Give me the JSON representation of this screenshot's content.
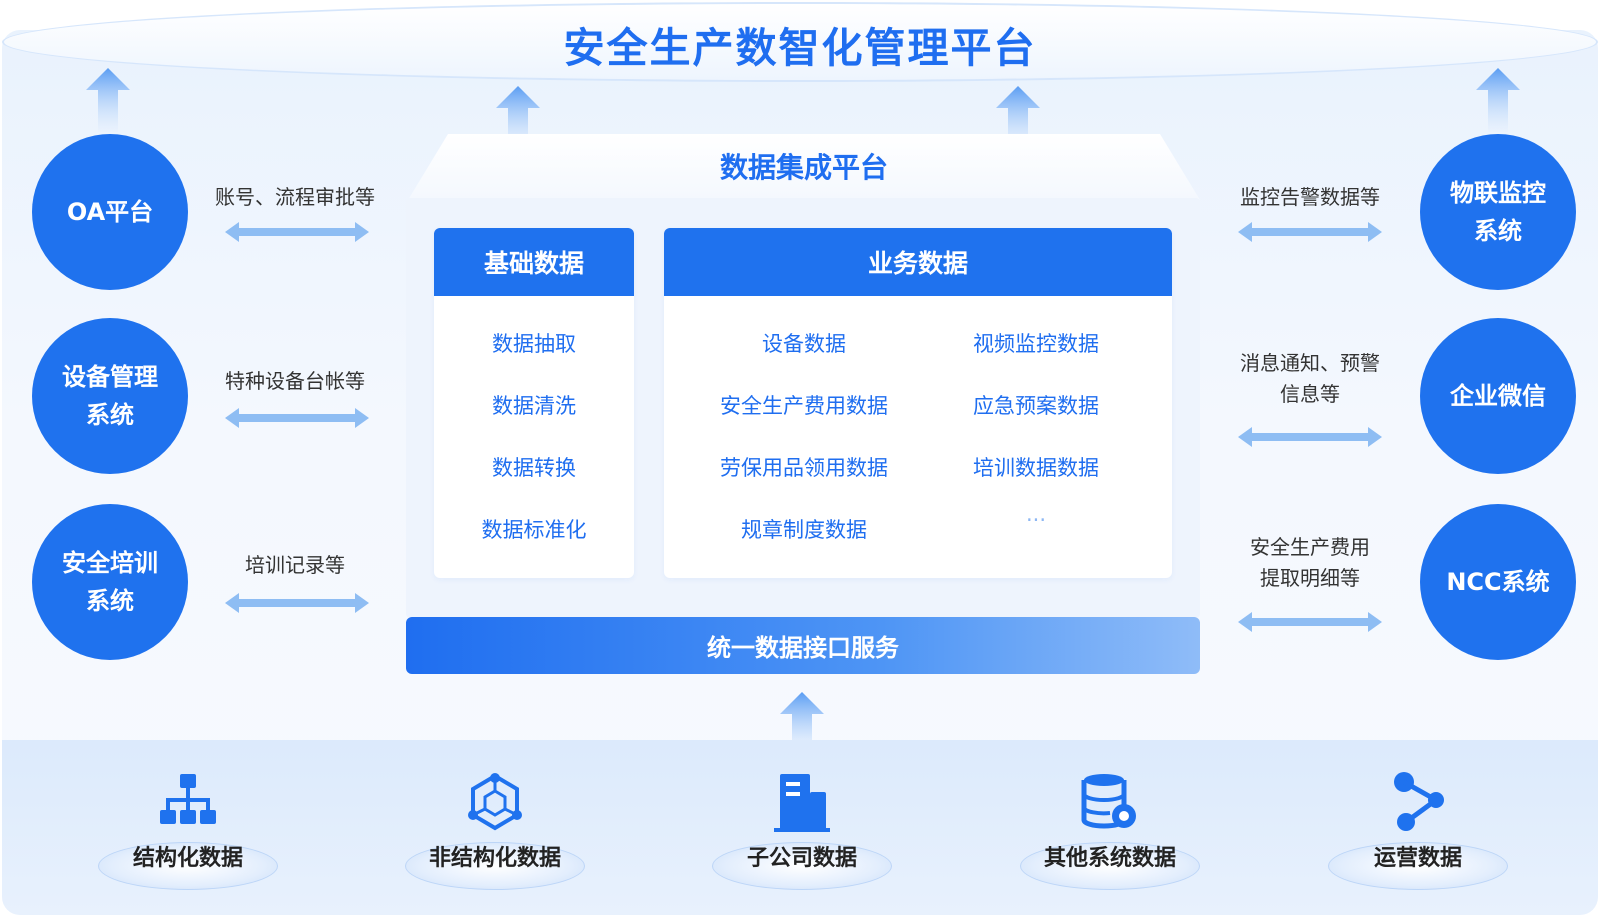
{
  "title": "安全生产数智化管理平台",
  "integration": {
    "title": "数据集成平台",
    "basic": {
      "header": "基础数据",
      "items": [
        "数据抽取",
        "数据清洗",
        "数据转换",
        "数据标准化"
      ]
    },
    "business": {
      "header": "业务数据",
      "left_items": [
        "设备数据",
        "安全生产费用数据",
        "劳保用品领用数据",
        "规章制度数据"
      ],
      "right_items": [
        "视频监控数据",
        "应急预案数据",
        "培训数据数据",
        "···"
      ]
    },
    "api_bar": "统一数据接口服务"
  },
  "left_systems": [
    {
      "name": "OA平台",
      "label": "账号、流程审批等"
    },
    {
      "name": "设备管理\n系统",
      "label": "特种设备台帐等"
    },
    {
      "name": "安全培训\n系统",
      "label": "培训记录等"
    }
  ],
  "right_systems": [
    {
      "name": "物联监控\n系统",
      "label": "监控告警数据等"
    },
    {
      "name": "企业微信",
      "label": "消息通知、预警\n信息等"
    },
    {
      "name": "NCC系统",
      "label": "安全生产费用\n提取明细等"
    }
  ],
  "sources": [
    {
      "label": "结构化数据",
      "icon": "org-chart-icon"
    },
    {
      "label": "非结构化数据",
      "icon": "hexagon-network-icon"
    },
    {
      "label": "子公司数据",
      "icon": "building-icon"
    },
    {
      "label": "其他系统数据",
      "icon": "database-gear-icon"
    },
    {
      "label": "运营数据",
      "icon": "share-nodes-icon"
    }
  ],
  "colors": {
    "primary": "#1f72ee",
    "title": "#1f6ef0",
    "arrow": "#8ebdf3"
  }
}
